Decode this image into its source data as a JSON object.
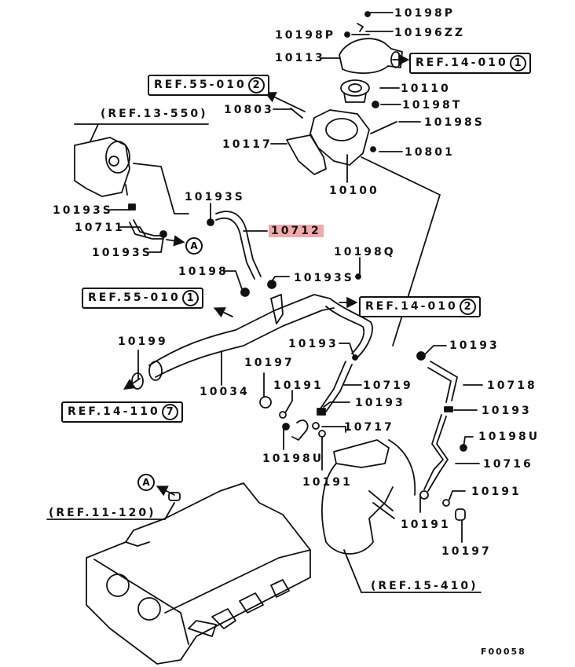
{
  "diagram": {
    "figure_id": "F00058",
    "highlight_color": "#f4a9a9",
    "part_labels": [
      {
        "id": "p10198P_top",
        "text": "10198P"
      },
      {
        "id": "p10198P_left",
        "text": "10198P"
      },
      {
        "id": "p10196ZZ",
        "text": "10196ZZ"
      },
      {
        "id": "p10113",
        "text": "10113"
      },
      {
        "id": "p10110",
        "text": "10110"
      },
      {
        "id": "p10803",
        "text": "10803"
      },
      {
        "id": "p10198T",
        "text": "10198T"
      },
      {
        "id": "p10198S",
        "text": "10198S"
      },
      {
        "id": "p10117",
        "text": "10117"
      },
      {
        "id": "p10801",
        "text": "10801"
      },
      {
        "id": "p10100",
        "text": "10100"
      },
      {
        "id": "p10193S_a",
        "text": "10193S"
      },
      {
        "id": "p10193S_b",
        "text": "10193S"
      },
      {
        "id": "p10711",
        "text": "10711"
      },
      {
        "id": "p10193S_c",
        "text": "10193S"
      },
      {
        "id": "p10712",
        "text": "10712",
        "highlighted": true
      },
      {
        "id": "p10198Q",
        "text": "10198Q"
      },
      {
        "id": "p10198",
        "text": "10198"
      },
      {
        "id": "p10193S_d",
        "text": "10193S"
      },
      {
        "id": "p10199",
        "text": "10199"
      },
      {
        "id": "p10193_a",
        "text": "10193"
      },
      {
        "id": "p10193_b",
        "text": "10193"
      },
      {
        "id": "p10197_a",
        "text": "10197"
      },
      {
        "id": "p10191_a",
        "text": "10191"
      },
      {
        "id": "p10719",
        "text": "10719"
      },
      {
        "id": "p10718",
        "text": "10718"
      },
      {
        "id": "p10034",
        "text": "10034"
      },
      {
        "id": "p10193_c",
        "text": "10193"
      },
      {
        "id": "p10193_d",
        "text": "10193"
      },
      {
        "id": "p10717",
        "text": "10717"
      },
      {
        "id": "p10198U_a",
        "text": "10198U"
      },
      {
        "id": "p10198U_b",
        "text": "10198U"
      },
      {
        "id": "p10716",
        "text": "10716"
      },
      {
        "id": "p10191_b",
        "text": "10191"
      },
      {
        "id": "p10191_c",
        "text": "10191"
      },
      {
        "id": "p10191_d",
        "text": "10191"
      },
      {
        "id": "p10197_b",
        "text": "10197"
      }
    ],
    "ref_boxes": [
      {
        "id": "ref14_010_1",
        "text": "REF.14-010",
        "num": "1"
      },
      {
        "id": "ref55_010_2",
        "text": "REF.55-010",
        "num": "2"
      },
      {
        "id": "ref55_010_1",
        "text": "REF.55-010",
        "num": "1"
      },
      {
        "id": "ref14_010_2",
        "text": "REF.14-010",
        "num": "2"
      },
      {
        "id": "ref14_110_7",
        "text": "REF.14-110",
        "num": "7"
      }
    ],
    "paren_refs": [
      {
        "id": "ref13_550",
        "text": "(REF.13-550)"
      },
      {
        "id": "ref11_120",
        "text": "(REF.11-120)"
      },
      {
        "id": "ref15_410",
        "text": "(REF.15-410)"
      }
    ],
    "connector_markers": [
      {
        "id": "A_upper",
        "text": "A"
      },
      {
        "id": "A_lower",
        "text": "A"
      }
    ]
  }
}
